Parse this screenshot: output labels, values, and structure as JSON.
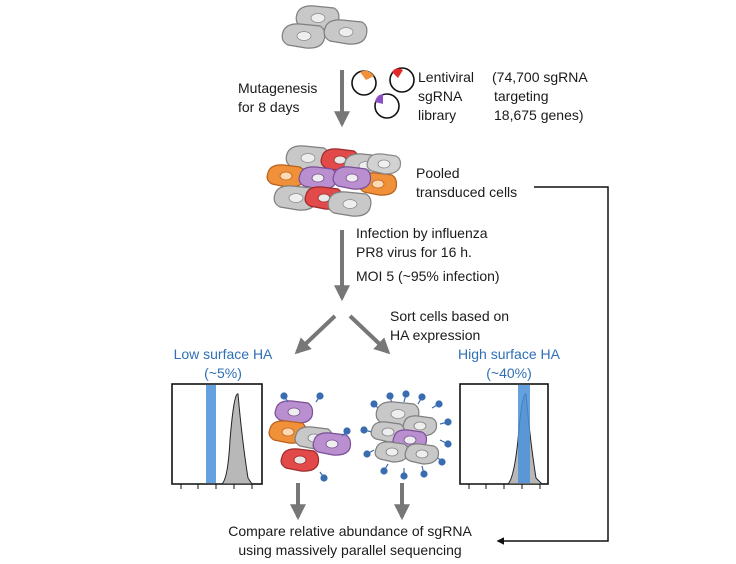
{
  "steps": {
    "mutagenesis": [
      "Mutagenesis",
      "for 8 days"
    ],
    "library": [
      "Lentiviral",
      "sgRNA",
      "library"
    ],
    "library_size": [
      "(74,700 sgRNA",
      "targeting",
      "18,675 genes)"
    ],
    "pooled": [
      "Pooled",
      "transduced cells"
    ],
    "infection": [
      "Infection by influenza",
      "PR8 virus for 16 h."
    ],
    "moi": "MOI 5 (~95% infection)",
    "sort": [
      "Sort cells based on",
      "HA expression"
    ],
    "compare": [
      "Compare relative abundance of sgRNA",
      "using massively parallel sequencing"
    ]
  },
  "gates": {
    "low": {
      "label": "Low surface HA",
      "pct": "(~5%)"
    },
    "high": {
      "label": "High surface HA",
      "pct": "(~40%)"
    }
  },
  "colors": {
    "arrow": "#777777",
    "blue_text": "#2f6fb5",
    "gate": "#4a90d9",
    "histogram": "#b8b8b8",
    "cell_gray": "#c8c8c8",
    "cell_red": "#e24a4a",
    "cell_orange": "#f0913a",
    "cell_purple": "#b98fd0",
    "ha_dot": "#3a6db0"
  }
}
